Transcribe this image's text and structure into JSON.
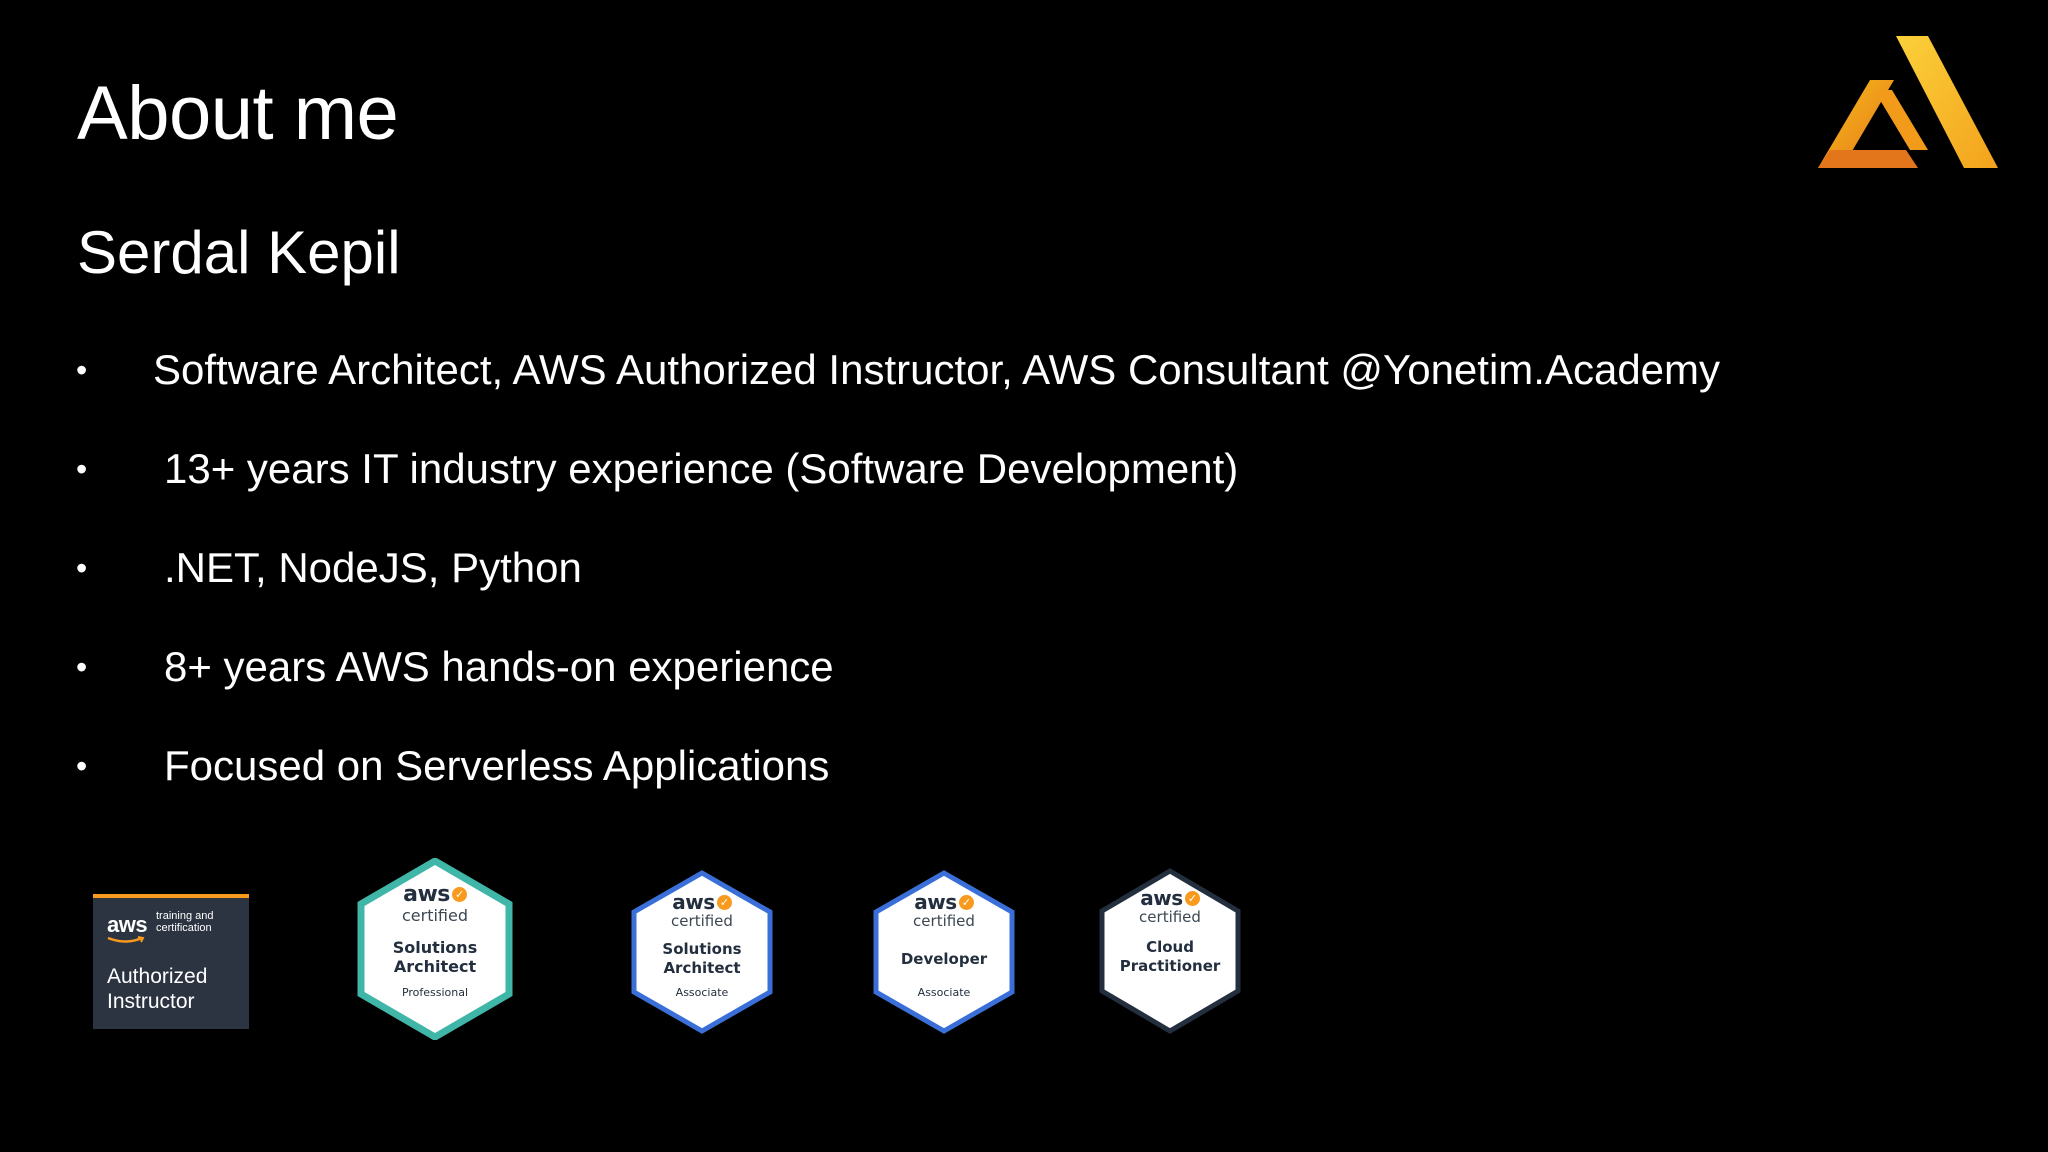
{
  "slide": {
    "title": "About me",
    "name": "Serdal Kepil",
    "bullets": [
      "Software Architect, AWS Authorized Instructor, AWS Consultant @Yonetim.Academy",
      "13+ years IT industry experience (Software Development)",
      ".NET, NodeJS, Python",
      "8+ years AWS hands-on experience",
      "Focused on Serverless Applications"
    ],
    "bullet_symbol": "•"
  },
  "logo": {
    "icon": "aws-sam-logo-icon",
    "colors": [
      "#f7a81b",
      "#e3751b",
      "#f9c01a"
    ]
  },
  "badges": {
    "authorized_instructor": {
      "brand": "aws",
      "tagline": "training and certification",
      "title": "Authorized Instructor",
      "accent": "#f79a1e",
      "background": "#2b3440"
    },
    "certifications": [
      {
        "brand": "aws",
        "certified": "certified",
        "name_line1": "Solutions",
        "name_line2": "Architect",
        "level": "Professional",
        "border_color": "#3fb6a8"
      },
      {
        "brand": "aws",
        "certified": "certified",
        "name_line1": "Solutions",
        "name_line2": "Architect",
        "level": "Associate",
        "border_color": "#3a6fd8"
      },
      {
        "brand": "aws",
        "certified": "certified",
        "name_line1": "Developer",
        "name_line2": "",
        "level": "Associate",
        "border_color": "#3a6fd8"
      },
      {
        "brand": "aws",
        "certified": "certified",
        "name_line1": "Cloud",
        "name_line2": "Practitioner",
        "level": "",
        "border_color": "#232f3e"
      }
    ],
    "check_icon": "check-badge-icon"
  }
}
